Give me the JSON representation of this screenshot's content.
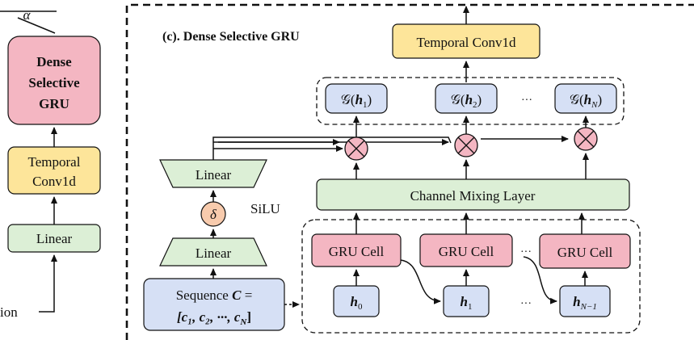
{
  "left_panel": {
    "alpha_label": "α",
    "dense_gru_line1": "Dense",
    "dense_gru_line2": "Selective",
    "dense_gru_line3": "GRU",
    "temporal_line1": "Temporal",
    "temporal_line2": "Conv1d",
    "linear_label": "Linear",
    "input_fragment": "ion"
  },
  "right_panel": {
    "title": "(c). Dense Selective GRU",
    "temporal_conv": "Temporal Conv1d",
    "g_nodes": [
      {
        "func": "𝒢(",
        "var": "h",
        "sub": "1",
        "close": ")"
      },
      {
        "func": "𝒢(",
        "var": "h",
        "sub": "2",
        "close": ")"
      },
      {
        "func": "𝒢(",
        "var": "h",
        "sub": "N",
        "close": ")"
      }
    ],
    "ellipsis": "···",
    "channel_mixing": "Channel Mixing Layer",
    "linear_top": "Linear",
    "linear_bottom": "Linear",
    "delta": "δ",
    "silu": "SiLU",
    "sequence_line1": "Sequence ",
    "sequence_var": "C",
    "sequence_eq": " =",
    "sequence_line2": "[c₁, c₂, ···, c",
    "sequence_line2_sub": "N",
    "sequence_line2_close": "]",
    "gru_cells": [
      "GRU Cell",
      "GRU Cell",
      "GRU Cell"
    ],
    "h_nodes": [
      {
        "var": "h",
        "sub": "0"
      },
      {
        "var": "h",
        "sub": "1"
      },
      {
        "var": "h",
        "sub": "N−1"
      }
    ]
  },
  "colors": {
    "pink": "#f4b6c2",
    "yellow": "#fde59a",
    "green": "#dcefd6",
    "blue": "#d6e0f5",
    "orange": "#f8cbad"
  }
}
